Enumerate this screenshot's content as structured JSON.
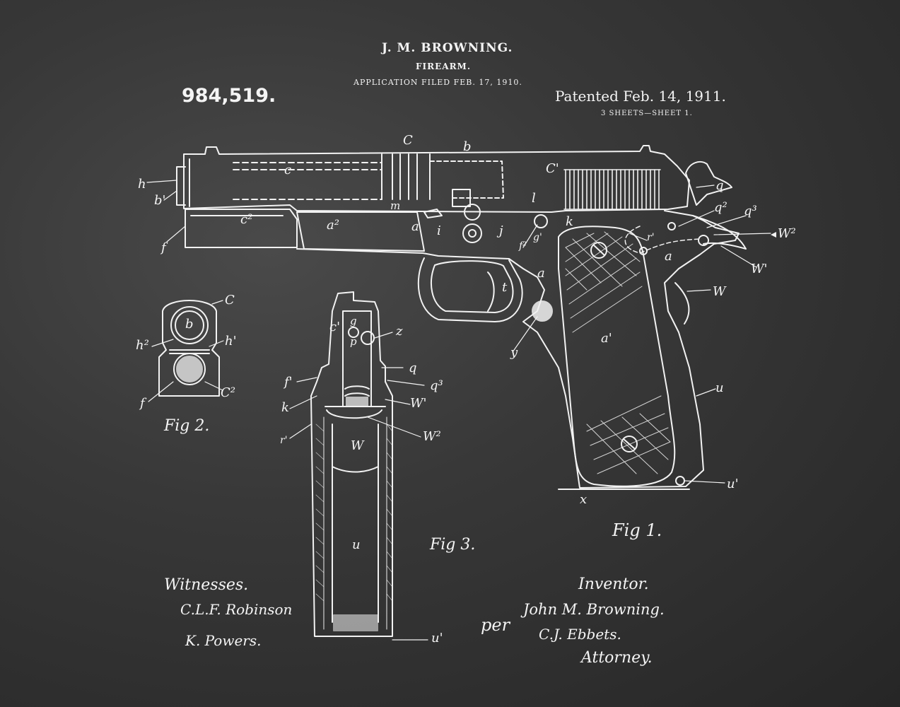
{
  "header": {
    "inventor_name": "J. M. BROWNING.",
    "subject": "FIREARM.",
    "application_filed": "APPLICATION FILED FEB. 17, 1910.",
    "patent_number": "984,519.",
    "patented": "Patented Feb. 14, 1911.",
    "sheets": "3 SHEETS—SHEET 1."
  },
  "figures": {
    "fig1": "Fig 1.",
    "fig2": "Fig 2.",
    "fig3": "Fig 3."
  },
  "fig1_labels": {
    "C": "C",
    "b": "b",
    "c": "c",
    "C1": "C'",
    "h": "h",
    "b2": "b'",
    "c2": "c²",
    "f": "f",
    "a2": "a²",
    "m": "m",
    "a": "a",
    "i": "i",
    "j": "j",
    "l": "l",
    "k": "k",
    "f2": "f²",
    "g1": "g'",
    "q": "q",
    "q2": "q²",
    "q3": "q³",
    "r1": "r'",
    "w2": "W²",
    "w1": "W'",
    "a_grip": "a",
    "w": "W",
    "t": "t",
    "a_frame": "a",
    "y": "y",
    "a1": "a'",
    "u": "u",
    "u1": "u'",
    "x": "x"
  },
  "fig2_labels": {
    "C": "C",
    "b": "b",
    "h2": "h²",
    "h1": "h'",
    "f": "f",
    "c2": "C²"
  },
  "fig3_labels": {
    "c1": "c'",
    "g": "g",
    "p": "p",
    "z": "z",
    "q": "q",
    "f1": "f'",
    "q3": "q³",
    "k": "k",
    "w1": "W'",
    "r1": "r'",
    "w2": "W²",
    "w": "W",
    "u": "u",
    "u1": "u'"
  },
  "witnesses": {
    "title": "Witnesses.",
    "signature1": "C.L.F. Robinson",
    "signature2": "K. Powers."
  },
  "inventor": {
    "title": "Inventor.",
    "signature": "John M. Browning.",
    "per": "per",
    "attorney_signature": "C.J. Ebbets.",
    "attorney_title": "Attorney."
  },
  "colors": {
    "background": "#383838",
    "ink": "#f4f4f4"
  }
}
